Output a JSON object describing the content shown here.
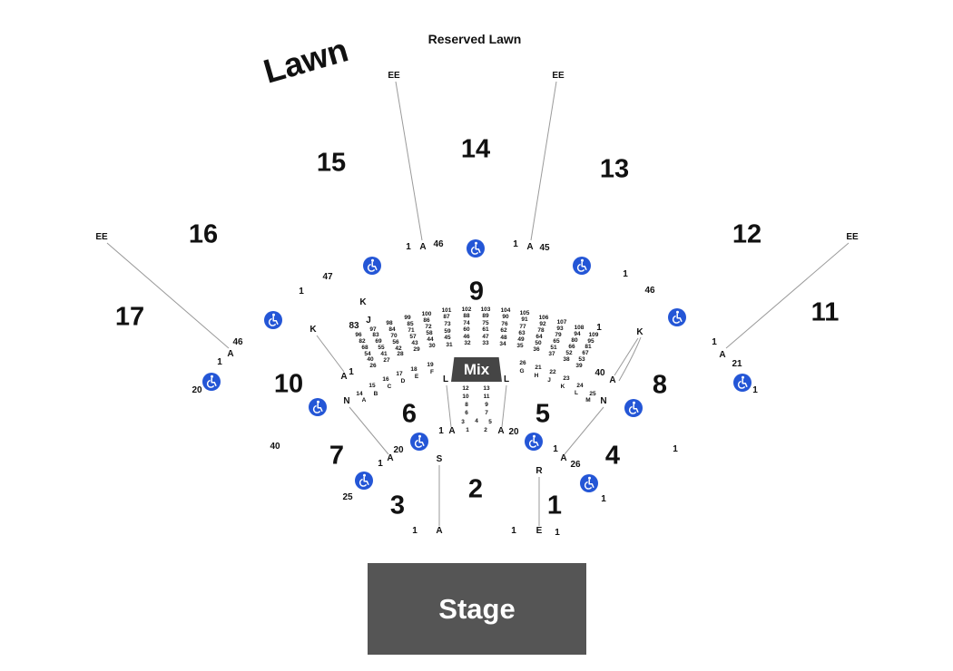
{
  "header": {
    "reserved_lawn": "Reserved Lawn",
    "lawn": "Lawn"
  },
  "stage_label": "Stage",
  "mix_label": "Mix",
  "colors": {
    "accessible": "#2456d6",
    "stage": "#555555",
    "mix": "#454545"
  },
  "icon": "wheelchair-icon",
  "sections": [
    {
      "label": "15"
    },
    {
      "label": "14"
    },
    {
      "label": "13"
    },
    {
      "label": "16"
    },
    {
      "label": "12"
    },
    {
      "label": "17"
    },
    {
      "label": "11"
    },
    {
      "label": "9"
    },
    {
      "label": "10"
    },
    {
      "label": "8"
    },
    {
      "label": "6"
    },
    {
      "label": "5"
    },
    {
      "label": "7"
    },
    {
      "label": "4"
    },
    {
      "label": "3"
    },
    {
      "label": "2"
    },
    {
      "label": "1"
    }
  ],
  "row_labels": [
    "EE",
    "EE",
    "EE",
    "EE",
    "1",
    "A",
    "46",
    "1",
    "A",
    "45",
    "47",
    "1",
    "46",
    "1",
    "46",
    "A",
    "1",
    "20",
    "1",
    "A",
    "21",
    "1",
    "K",
    "83",
    "J",
    "K",
    "1",
    "A",
    "1",
    "K",
    "40",
    "A",
    "L",
    "L",
    "N",
    "N",
    "1",
    "A",
    "A",
    "20",
    "1",
    "A",
    "40",
    "20",
    "1",
    "A",
    "26",
    "1",
    "25",
    "1",
    "S",
    "R",
    "1",
    "A",
    "1",
    "E",
    "1"
  ],
  "seat_numbers": [
    "101",
    "102",
    "103",
    "104",
    "105",
    "106",
    "107",
    "108",
    "109",
    "87",
    "88",
    "89",
    "90",
    "91",
    "92",
    "93",
    "94",
    "95",
    "73",
    "74",
    "75",
    "76",
    "77",
    "78",
    "79",
    "80",
    "81",
    "59",
    "60",
    "61",
    "62",
    "63",
    "64",
    "65",
    "66",
    "67",
    "45",
    "46",
    "47",
    "48",
    "49",
    "50",
    "51",
    "52",
    "53",
    "31",
    "32",
    "33",
    "34",
    "35",
    "36",
    "37",
    "38",
    "39",
    "100",
    "86",
    "72",
    "58",
    "44",
    "30",
    "99",
    "85",
    "71",
    "57",
    "43",
    "29",
    "98",
    "84",
    "70",
    "56",
    "42",
    "28",
    "97",
    "83",
    "69",
    "55",
    "41",
    "27",
    "96",
    "82",
    "68",
    "54",
    "40",
    "26",
    "19",
    "18",
    "17",
    "16",
    "15",
    "14",
    "F",
    "E",
    "D",
    "C",
    "B",
    "A",
    "26",
    "21",
    "22",
    "23",
    "24",
    "25",
    "G",
    "H",
    "J",
    "K",
    "L",
    "M",
    "12",
    "13",
    "10",
    "11",
    "8",
    "9",
    "6",
    "7",
    "3",
    "4",
    "5",
    "1",
    "2"
  ]
}
